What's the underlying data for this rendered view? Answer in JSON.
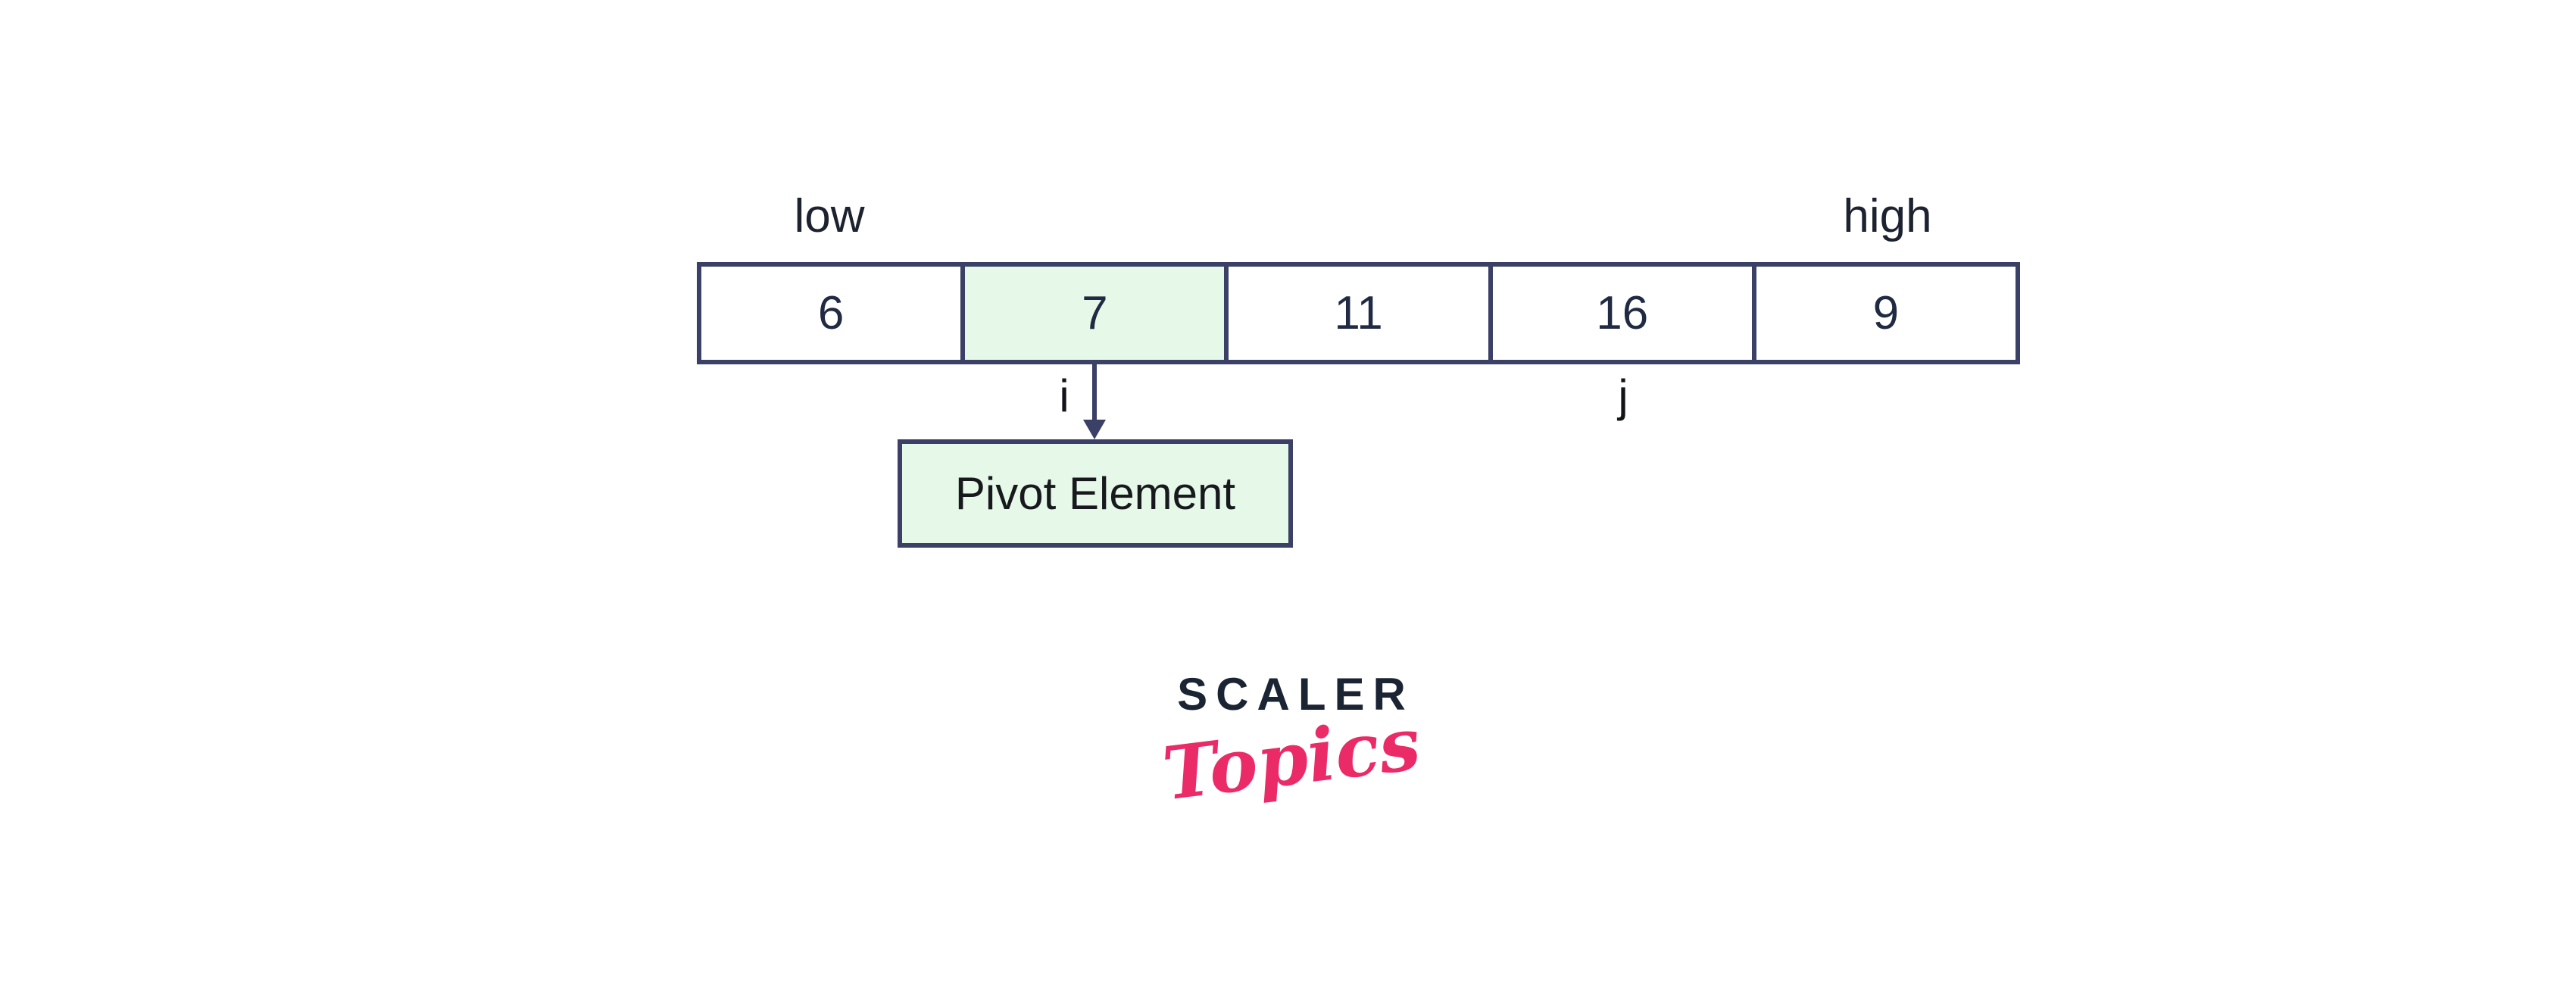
{
  "diagram": {
    "description": "quicksort partition step showing pivot element selection",
    "labels": {
      "low": "low",
      "high": "high",
      "i": "i",
      "j": "j"
    },
    "array": [
      {
        "value": "6",
        "role": ""
      },
      {
        "value": "7",
        "role": "pivot"
      },
      {
        "value": "11",
        "role": ""
      },
      {
        "value": "16",
        "role": ""
      },
      {
        "value": "9",
        "role": ""
      }
    ],
    "pivot_label": "Pivot Element"
  },
  "logo": {
    "primary": "SCALER",
    "secondary": "Topics"
  },
  "colors": {
    "outline": "#3a4066",
    "number_text": "#202a42",
    "label_text": "#1d2230",
    "pivot_fill": "#e6f9e8",
    "logo_navy": "#1b2433",
    "logo_pink": "#eb2a68",
    "background": "#ffffff"
  }
}
